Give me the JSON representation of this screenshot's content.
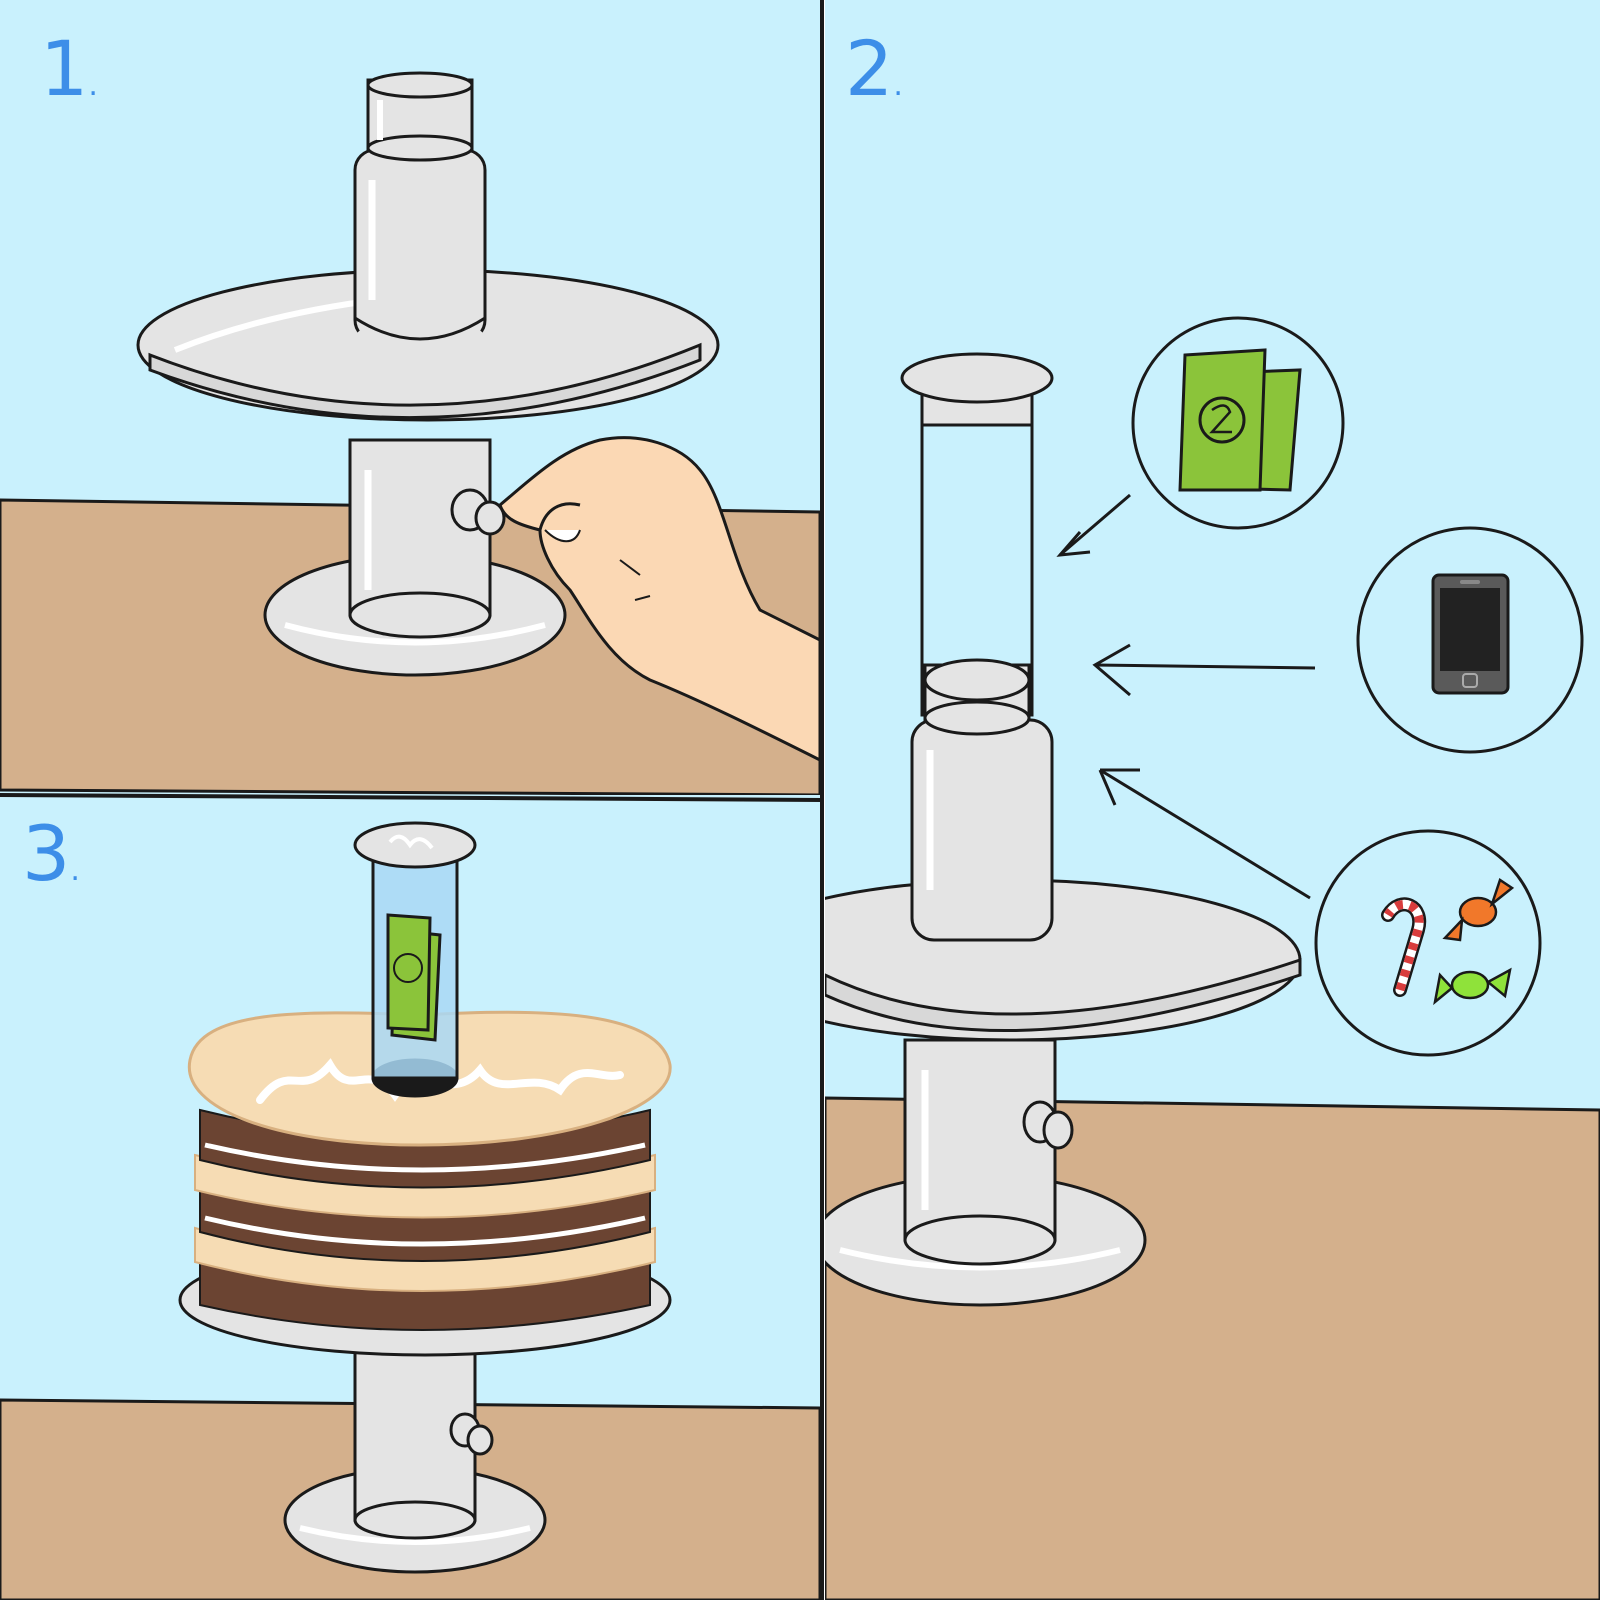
{
  "steps": [
    {
      "number": "1",
      "suffix": "."
    },
    {
      "number": "2",
      "suffix": "."
    },
    {
      "number": "3",
      "suffix": "."
    }
  ],
  "palette": {
    "sky": "#c9f1fd",
    "table": "#d4b08c",
    "stand": "#e4e4e4",
    "outline": "#1a1a1a",
    "step_number": "#3d8ee8",
    "money": "#8bc43a",
    "money_dark": "#5e8f22",
    "frosting": "#f6dcb4",
    "sponge": "#6b4432",
    "skin": "#fbd8b4",
    "candy_orange": "#f1782a",
    "candy_green": "#8fe23a",
    "candy_cane_red": "#d93c3c",
    "phone": "#2a2a2a"
  },
  "icons": [
    "money-icon",
    "phone-icon",
    "candy-icon"
  ]
}
